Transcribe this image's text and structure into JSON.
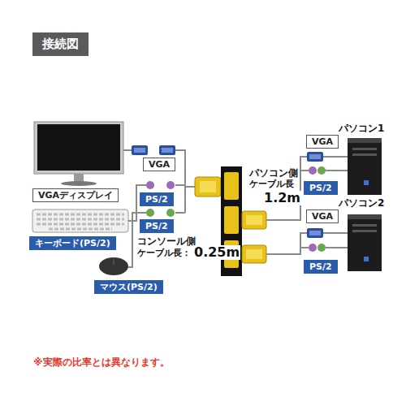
{
  "diagram": {
    "title": "接続図",
    "nodes": [
      {
        "text": [
          "VGA"
        ]
      },
      {
        "text": [
          "VGAディスプレイ"
        ]
      },
      {
        "text": [
          "PS/2"
        ]
      },
      {
        "text": [
          "PS/2"
        ]
      },
      {
        "text": [
          "キーボード(PS/2)"
        ]
      },
      {
        "text": [
          "マウス(PS/2)"
        ]
      },
      {
        "text": [
          "VGA"
        ]
      },
      {
        "text": [
          "PS/2"
        ]
      },
      {
        "text": [
          "VGA"
        ]
      },
      {
        "text": [
          "PS/2"
        ]
      }
    ],
    "labels": [
      "パソコン1",
      "パソコン側",
      "ケーブル長",
      "1.2m",
      "パソコン2",
      "コンソール側",
      "ケーブル長：",
      "0.25m",
      "※実際の比率とは異なります。"
    ]
  }
}
